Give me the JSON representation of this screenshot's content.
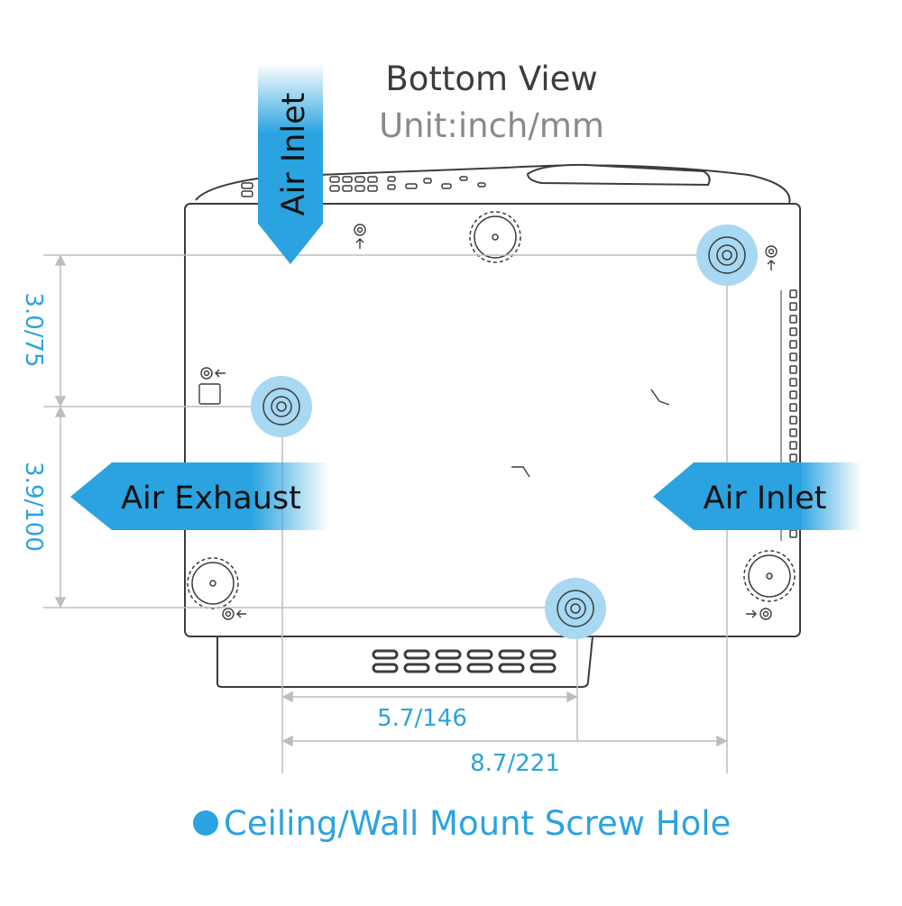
{
  "title": "Bottom View",
  "unit": "Unit:inch/mm",
  "labels": {
    "air_inlet_top": "Air Inlet",
    "air_exhaust": "Air Exhaust",
    "air_inlet_right": "Air Inlet"
  },
  "dimensions": {
    "vertical_top": "3.0/75",
    "vertical_bottom": "3.9/100",
    "horizontal_short": "5.7/146",
    "horizontal_long": "8.7/221"
  },
  "legend": {
    "text": "Ceiling/Wall Mount Screw Hole"
  },
  "colors": {
    "accent": "#2aa3e0",
    "outline": "#3c3c3c",
    "dimension_line": "#bdbdbd",
    "screw_hole_glow": "#a8d8f2"
  },
  "icons": [
    "foot-icon",
    "screw-hole-icon",
    "arrow-icon",
    "vent-icon"
  ]
}
